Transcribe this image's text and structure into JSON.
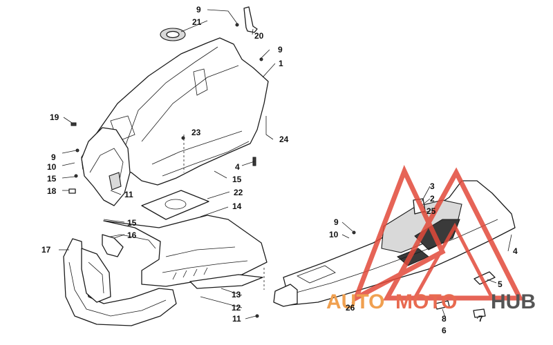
{
  "diagram": {
    "callouts": [
      {
        "id": "c9a",
        "label": "9"
      },
      {
        "id": "c21",
        "label": "21"
      },
      {
        "id": "c20",
        "label": "20"
      },
      {
        "id": "c9b",
        "label": "9"
      },
      {
        "id": "c1",
        "label": "1"
      },
      {
        "id": "c19",
        "label": "19"
      },
      {
        "id": "c23",
        "label": "23"
      },
      {
        "id": "c24",
        "label": "24"
      },
      {
        "id": "c9c",
        "label": "9"
      },
      {
        "id": "c10a",
        "label": "10"
      },
      {
        "id": "c4a",
        "label": "4"
      },
      {
        "id": "c15a",
        "label": "15"
      },
      {
        "id": "c15b",
        "label": "15"
      },
      {
        "id": "c18",
        "label": "18"
      },
      {
        "id": "c11a",
        "label": "11"
      },
      {
        "id": "c22",
        "label": "22"
      },
      {
        "id": "c14",
        "label": "14"
      },
      {
        "id": "c15c",
        "label": "15"
      },
      {
        "id": "c16",
        "label": "16"
      },
      {
        "id": "c17",
        "label": "17"
      },
      {
        "id": "c3",
        "label": "3"
      },
      {
        "id": "c2",
        "label": "2"
      },
      {
        "id": "c25",
        "label": "25"
      },
      {
        "id": "c9d",
        "label": "9"
      },
      {
        "id": "c10b",
        "label": "10"
      },
      {
        "id": "c4b",
        "label": "4"
      },
      {
        "id": "c5",
        "label": "5"
      },
      {
        "id": "c13",
        "label": "13"
      },
      {
        "id": "c12",
        "label": "12"
      },
      {
        "id": "c26",
        "label": "26"
      },
      {
        "id": "c8",
        "label": "8"
      },
      {
        "id": "c6",
        "label": "6"
      },
      {
        "id": "c7",
        "label": "7"
      },
      {
        "id": "c11b",
        "label": "11"
      }
    ]
  },
  "watermark": {
    "part_auto": "AUTO",
    "part_moto": "MOTO",
    "part_hub": "HUB",
    "colors": {
      "auto": "#f0a050",
      "moto": "#e86a50",
      "hub": "#555555",
      "logo": "#e24a3a"
    }
  }
}
